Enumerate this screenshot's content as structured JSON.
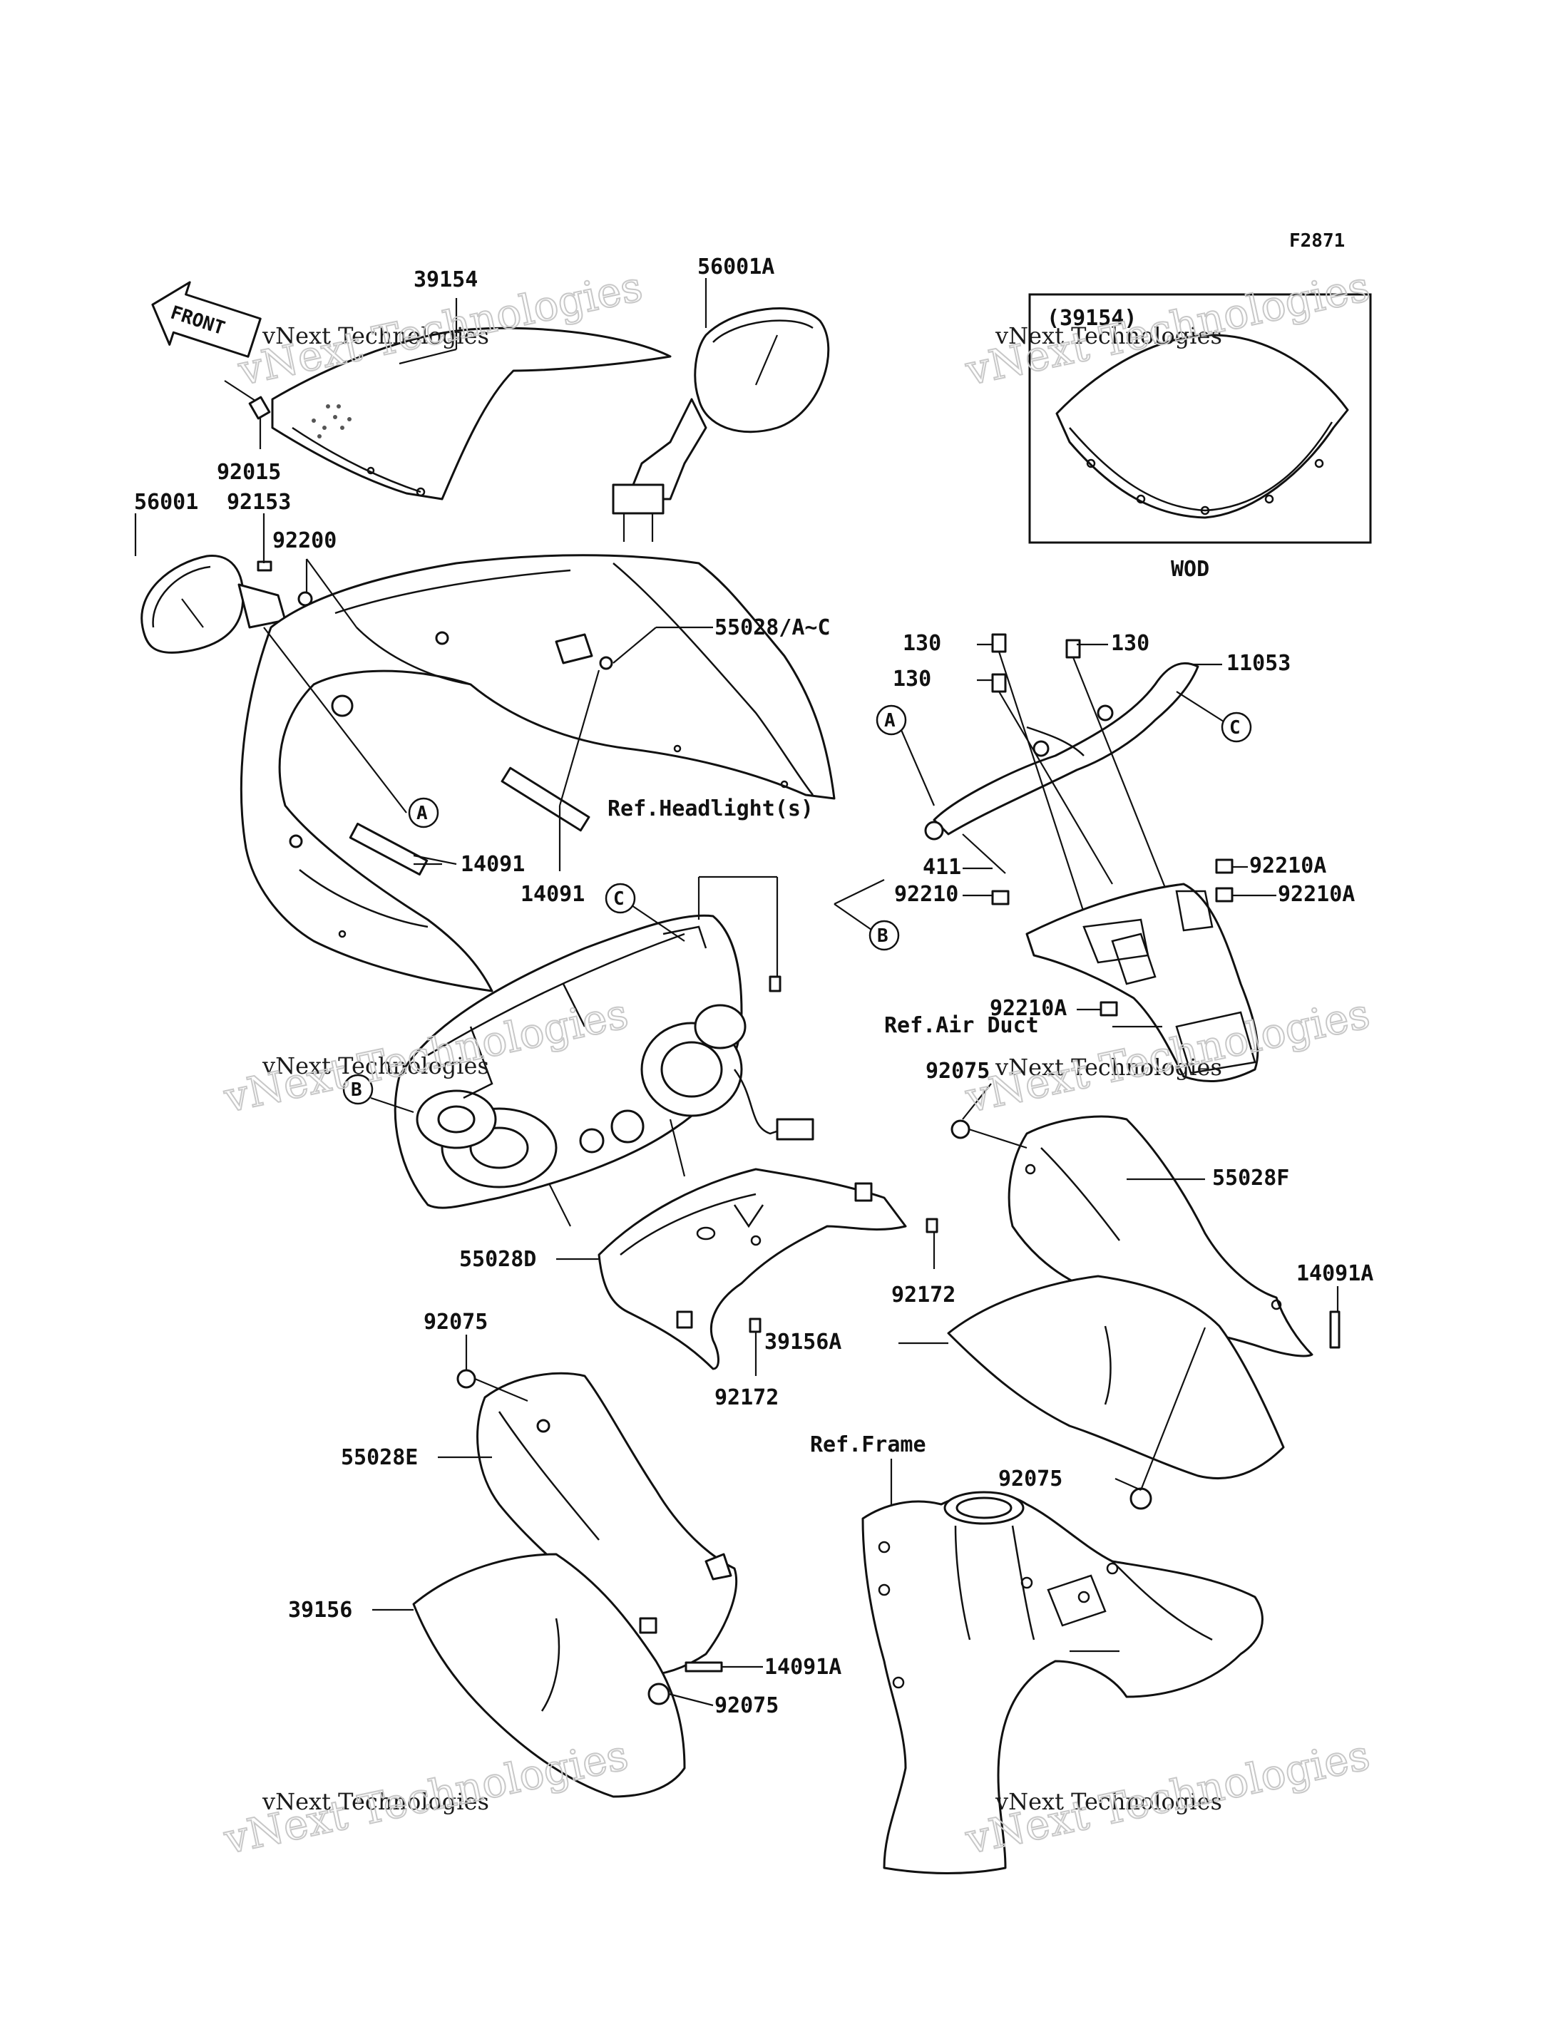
{
  "diagram_code": "F2871",
  "front_arrow_label": "FRONT",
  "inset": {
    "part": "(39154)",
    "caption": "WOD"
  },
  "watermarks": [
    {
      "line1": "vNext Technologies",
      "line2": "vNext Technologies"
    },
    {
      "line1": "vNext Technologies",
      "line2": "vNext Technologies"
    },
    {
      "line1": "vNext Technologies",
      "line2": "vNext Technologies"
    },
    {
      "line1": "vNext Technologies",
      "line2": "vNext Technologies"
    },
    {
      "line1": "vNext Technologies",
      "line2": "vNext Technologies"
    },
    {
      "line1": "vNext Technologies",
      "line2": "vNext Technologies"
    }
  ],
  "callouts": [
    "A",
    "C",
    "B",
    "A",
    "C",
    "B"
  ],
  "part_labels": {
    "p39154": "39154",
    "p56001A": "56001A",
    "p92015": "92015",
    "p56001": "56001",
    "p92153": "92153",
    "p92200": "92200",
    "p55028AC": "55028/A~C",
    "p14091a": "14091",
    "p14091b": "14091",
    "p130a": "130",
    "p130b": "130",
    "p130c": "130",
    "p11053": "11053",
    "p411": "411",
    "p92210": "92210",
    "p92210Aa": "92210A",
    "p92210Ab": "92210A",
    "p92210Ac": "92210A",
    "refHeadlight": "Ref.Headlight(s)",
    "refAirDuct": "Ref.Air Duct",
    "p92075a": "92075",
    "p55028F": "55028F",
    "p14091Aa": "14091A",
    "p55028D": "55028D",
    "p92172a": "92172",
    "p92172b": "92172",
    "p39156A": "39156A",
    "p92075b": "92075",
    "p55028E": "55028E",
    "refFrame": "Ref.Frame",
    "p92075c": "92075",
    "p39156": "39156",
    "p14091Ab": "14091A",
    "p92075d": "92075"
  }
}
